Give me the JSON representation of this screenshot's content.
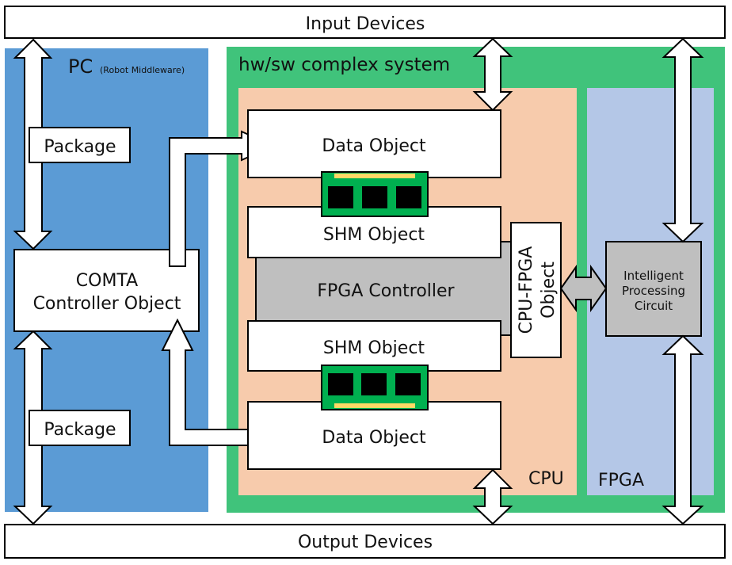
{
  "input_devices": {
    "label": "Input Devices"
  },
  "output_devices": {
    "label": "Output Devices"
  },
  "pc": {
    "title": "PC",
    "subtitle": "(Robot Middleware)"
  },
  "complex": {
    "title": "hw/sw complex system"
  },
  "cpu": {
    "label": "CPU"
  },
  "fpga": {
    "label": "FPGA"
  },
  "package_top": {
    "label": "Package"
  },
  "package_bottom": {
    "label": "Package"
  },
  "comta": {
    "line1": "COMTA",
    "line2": "Controller Object"
  },
  "data_object_top": {
    "label": "Data Object"
  },
  "data_object_bottom": {
    "label": "Data Object"
  },
  "shm_object_top": {
    "label": "SHM Object"
  },
  "shm_object_bottom": {
    "label": "SHM Object"
  },
  "fpga_controller": {
    "label": "FPGA Controller"
  },
  "cpu_fpga_object": {
    "line1": "CPU-FPGA",
    "line2": "Object"
  },
  "intelligent_circuit": {
    "line1": "Intelligent",
    "line2": "Processing",
    "line3": "Circuit"
  },
  "colors": {
    "pc_blue": "#5b9bd5",
    "complex_green": "#40c37b",
    "cpu_peach": "#f7cbac",
    "fpga_lavender": "#b4c7e7",
    "gray_block": "#bfbfbf",
    "memory_green": "#00b050",
    "memory_gold": "#ffd966"
  }
}
